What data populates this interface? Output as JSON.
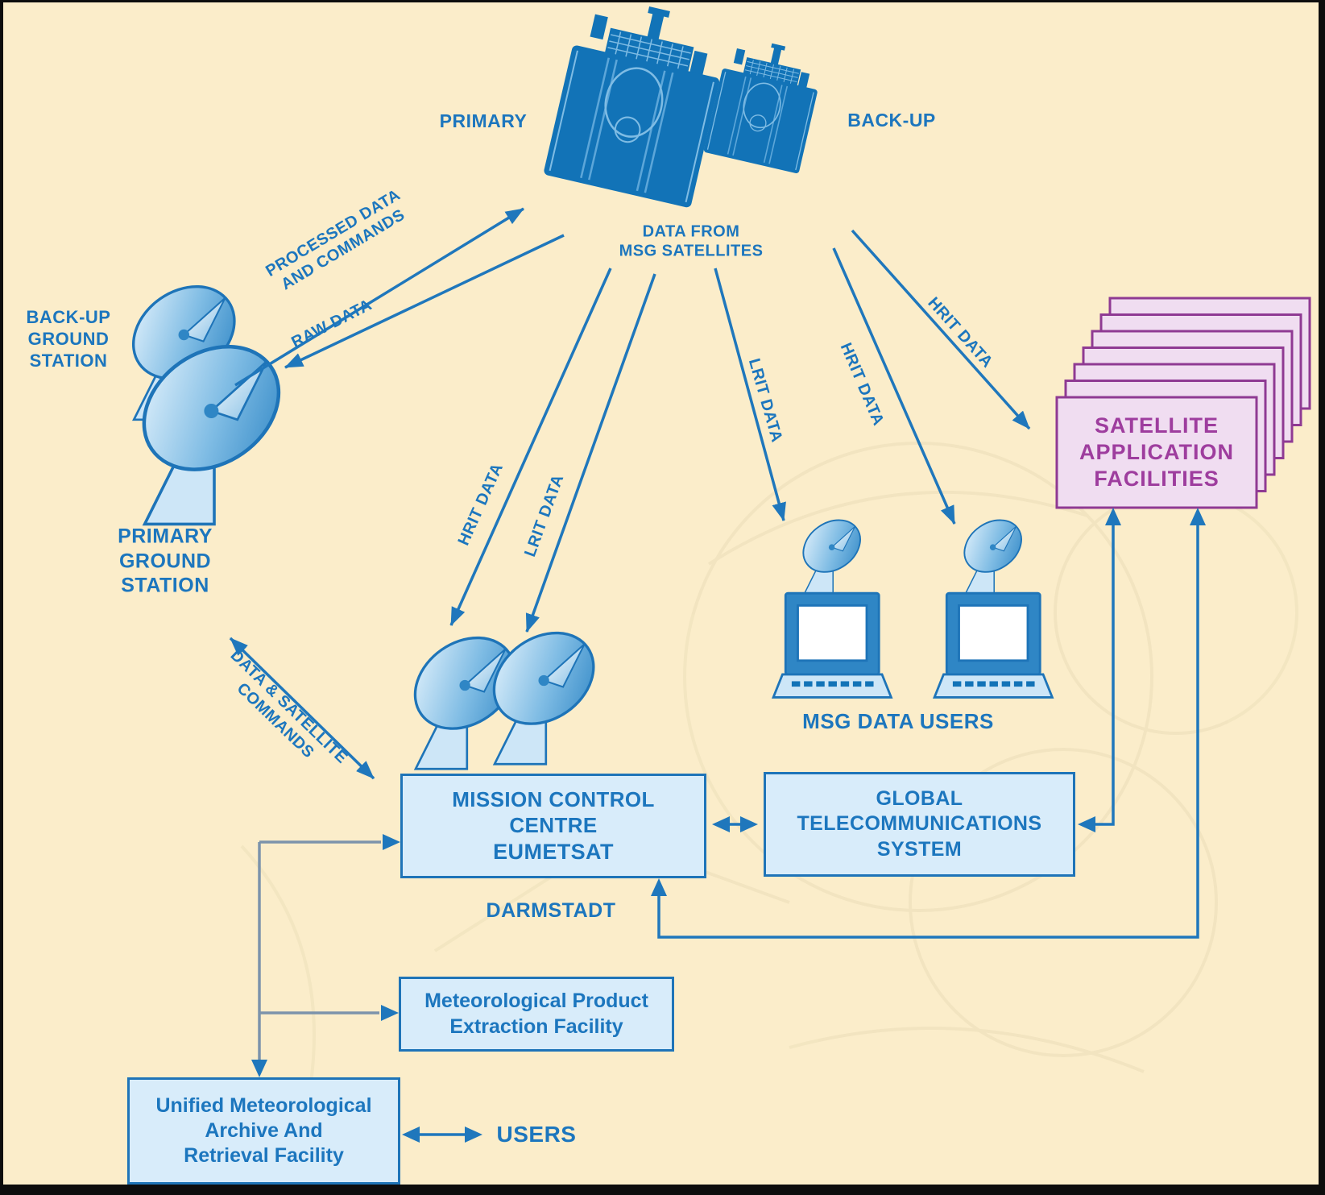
{
  "palette": {
    "background": "#FBEDCA",
    "frame": "#0D0D0D",
    "blue": "#1C76BE",
    "line_blue": "#1F77BC",
    "steel": "#7C93AB",
    "box_fill": "#D8ECFA",
    "box_border": "#1E74B8",
    "saf_fill": "#F0DDF1",
    "saf_border": "#8F3A93",
    "saf_text": "#9E3D9E",
    "sat_blue": "#1273B7",
    "sat_stripe": "#5CA6D9",
    "sat_light": "#7FBCE4",
    "dish_light": "#EAF6FE",
    "dish_mid": "#7FBCE4",
    "dish_deep": "#2F86C5",
    "dish_ped": "#CDE6F7",
    "watermark": "#F2E4C0"
  },
  "satellites": {
    "primary_label": "PRIMARY",
    "backup_label": "BACK-UP",
    "data_from_line1": "DATA FROM",
    "data_from_line2": "MSG SATELLITES"
  },
  "flows": {
    "processed_line1": "PROCESSED DATA",
    "processed_line2": "AND COMMANDS",
    "raw": "RAW DATA",
    "hrit_left": "HRIT DATA",
    "lrit_left": "LRIT DATA",
    "lrit_right": "LRIT DATA",
    "hrit_mid": "HRIT DATA",
    "hrit_saf": "HRIT DATA",
    "data_sat_line1": "DATA & SATELLITE",
    "data_sat_line2": "COMMANDS"
  },
  "ground_stations": {
    "backup": [
      "BACK-UP",
      "GROUND",
      "STATION"
    ],
    "primary": [
      "PRIMARY",
      "GROUND",
      "STATION"
    ]
  },
  "boxes": {
    "mcc": {
      "line1": "MISSION CONTROL",
      "line2": "CENTRE",
      "line3": "EUMETSAT",
      "caption": "DARMSTADT"
    },
    "gts": {
      "line1": "GLOBAL",
      "line2": "TELECOMMUNICATIONS",
      "line3": "SYSTEM"
    },
    "saf": {
      "line1": "SATELLITE",
      "line2": "APPLICATION",
      "line3": "FACILITIES"
    },
    "mpef": {
      "line1": "Meteorological Product",
      "line2": "Extraction Facility"
    },
    "umarf": {
      "line1": "Unified Meteorological",
      "line2": "Archive And",
      "line3": "Retrieval Facility"
    }
  },
  "labels": {
    "msg_users": "MSG DATA USERS",
    "users": "USERS"
  }
}
